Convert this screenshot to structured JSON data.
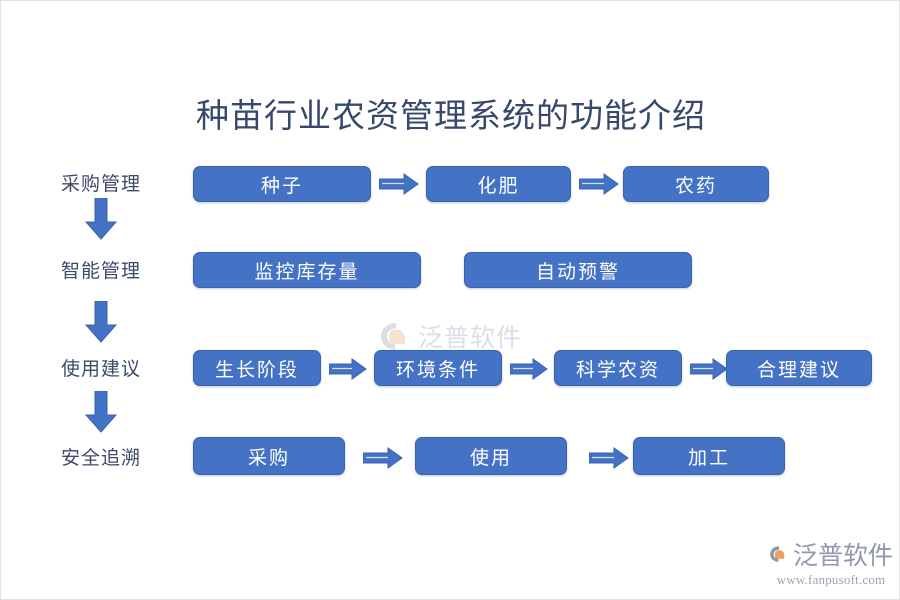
{
  "title": "种苗行业农资管理系统的功能介绍",
  "colors": {
    "box_fill": "#4472C4",
    "box_border": "#3862B0",
    "box_text": "#FFFFFF",
    "title_text": "#36486B",
    "label_text": "#3B4A6B",
    "arrow": "#4472C4",
    "brand_text": "#8E99AD",
    "brand_orange": "#E8A15E",
    "background": "#FFFFFF"
  },
  "stages": [
    {
      "label": "采购管理",
      "nodes": [
        "种子",
        "化肥",
        "农药"
      ],
      "connectors": "arrow"
    },
    {
      "label": "智能管理",
      "nodes": [
        "监控库存量",
        "自动预警"
      ],
      "connectors": "none"
    },
    {
      "label": "使用建议",
      "nodes": [
        "生长阶段",
        "环境条件",
        "科学农资",
        "合理建议"
      ],
      "connectors": "arrow"
    },
    {
      "label": "安全追溯",
      "nodes": [
        "采购",
        "使用",
        "加工"
      ],
      "connectors": "arrow"
    }
  ],
  "stage_flow_icons": [
    "down-arrow-icon",
    "down-arrow-icon",
    "down-arrow-icon"
  ],
  "watermark": {
    "center_text": "泛普软件",
    "logo_icon": "fanpu-logo-icon"
  },
  "brand": {
    "name": "泛普软件",
    "url": "www.fanpusoft.com",
    "logo_icon": "fanpu-logo-icon"
  }
}
